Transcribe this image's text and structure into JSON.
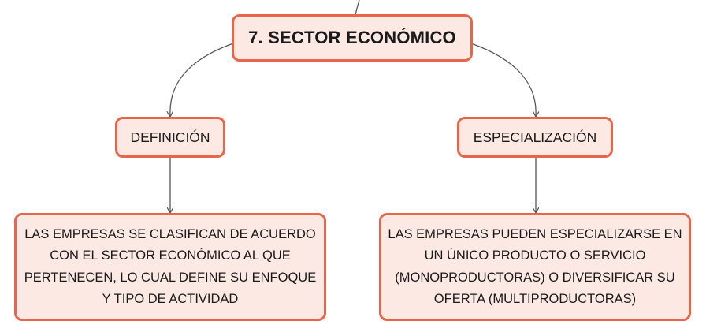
{
  "root": {
    "title": "7. SECTOR ECONÓMICO"
  },
  "branches": [
    {
      "label": "DEFINICIÓN",
      "detail": "LAS EMPRESAS SE CLASIFICAN DE ACUERDO CON EL SECTOR ECONÓMICO AL QUE PERTENECEN, LO CUAL DEFINE SU ENFOQUE Y TIPO DE ACTIVIDAD"
    },
    {
      "label": "ESPECIALIZACIÓN",
      "detail": "LAS EMPRESAS PUEDEN ESPECIALIZARSE EN UN ÚNICO PRODUCTO O SERVICIO (MONOPRODUCTORAS) O DIVERSIFICAR SU OFERTA (MULTIPRODUCTORAS)"
    }
  ],
  "colors": {
    "node_fill": "#fde9e4",
    "node_border": "#e8654a",
    "connector": "#555555"
  }
}
